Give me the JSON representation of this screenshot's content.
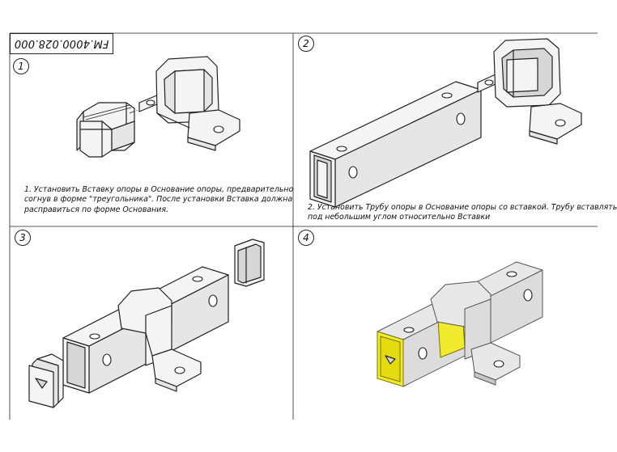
{
  "drawing": {
    "code": "FM.4000.028.000"
  },
  "steps": [
    {
      "number": "1",
      "caption_lines": [
        "1. Установить Вставку опоры в Основание опоры, предварительно",
        "согнув в форме \"треугольника\". После установки Вставка должна",
        "расправиться по форме Основания."
      ]
    },
    {
      "number": "2",
      "caption_lines": [
        "2. Установить Трубу опоры в Основание опоры со вставкой. Трубу вставлять",
        "под небольшим углом относительно Вставки"
      ]
    },
    {
      "number": "3",
      "caption_lines": []
    },
    {
      "number": "4",
      "caption_lines": []
    }
  ],
  "colors": {
    "line": "#222222",
    "highlight": "#f2ea2c",
    "shaded_part": "#d6d6d6"
  }
}
